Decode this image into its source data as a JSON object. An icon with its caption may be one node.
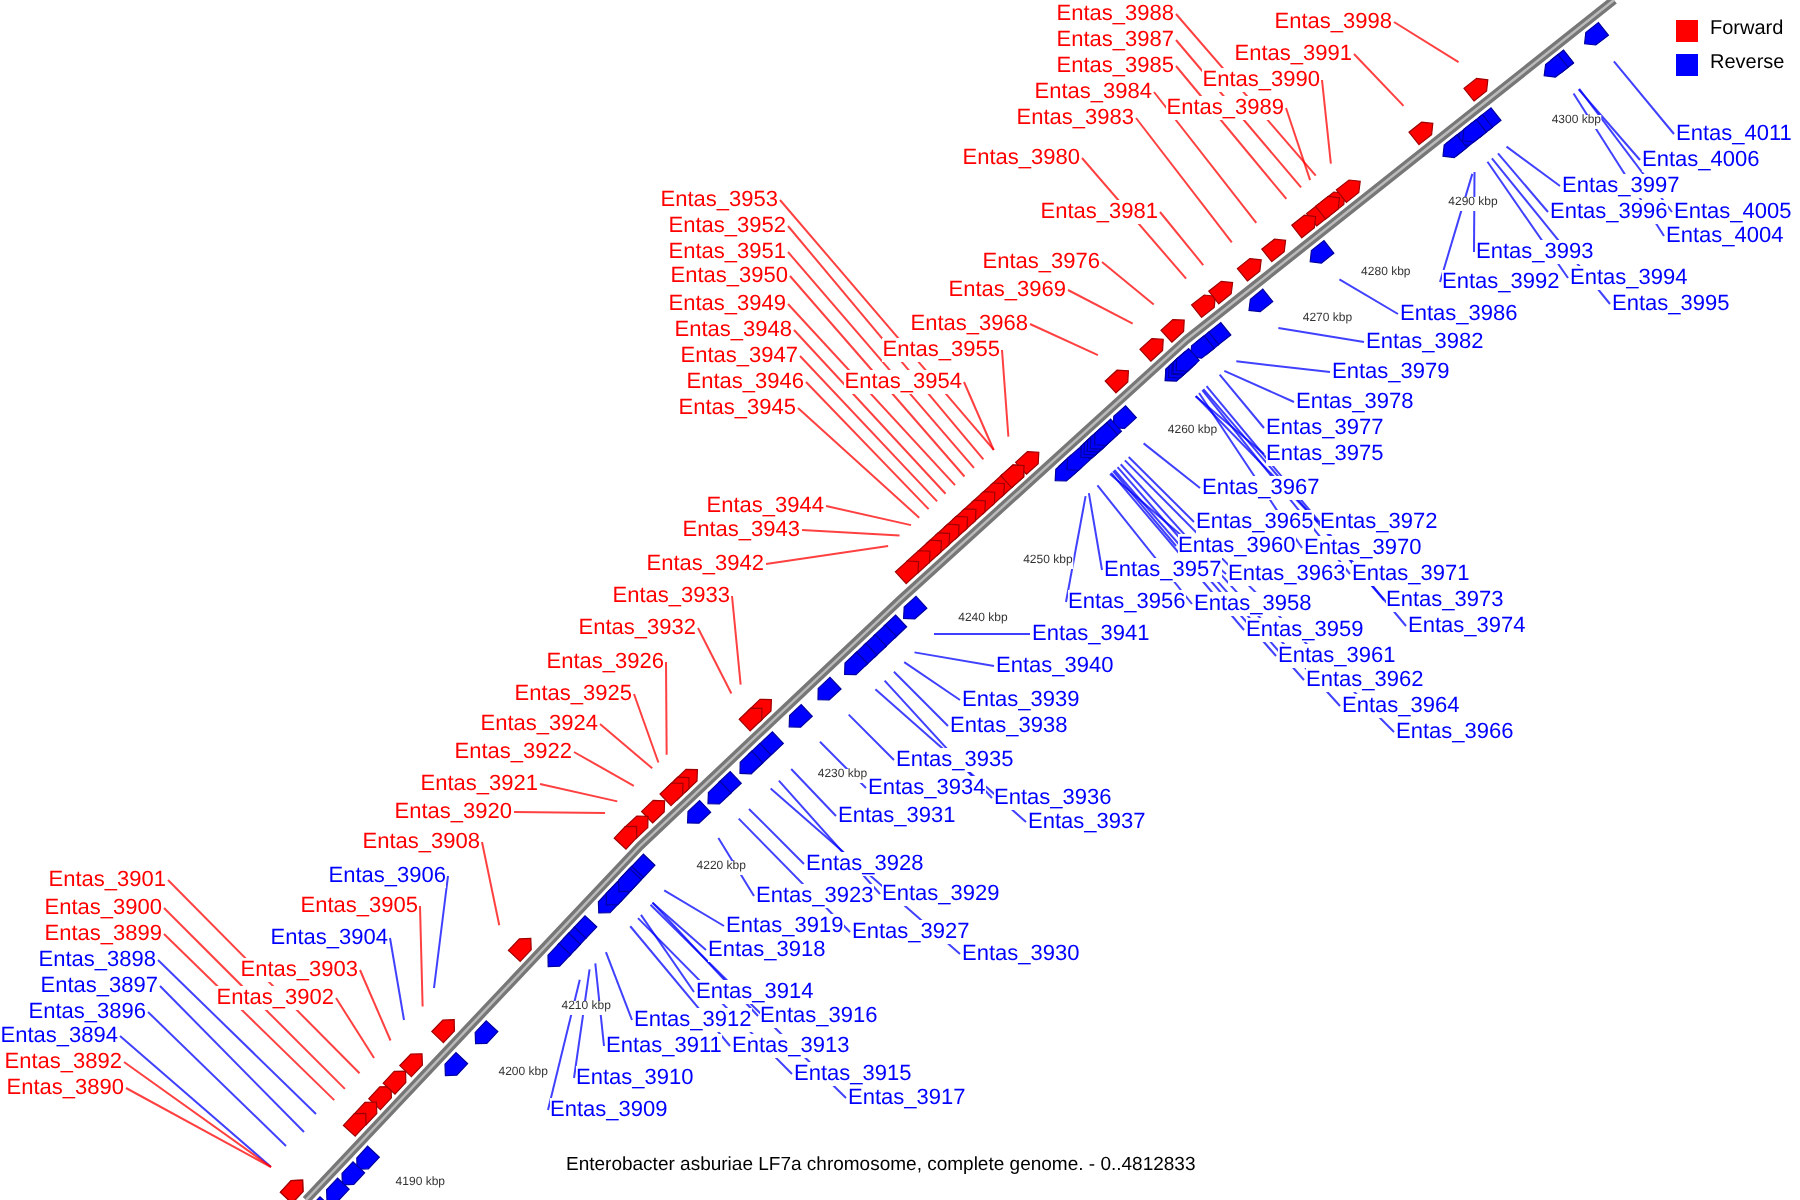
{
  "diagram": {
    "caption": "Enterobacter asburiae LF7a chromosome, complete genome. - 0..4812833",
    "nodes": [
      {
        "text": [
          "Entas_3998"
        ]
      },
      {
        "text": [
          "Entas_3988"
        ]
      },
      {
        "text": [
          "Entas_3987"
        ]
      },
      {
        "text": [
          "Entas_3991"
        ]
      },
      {
        "text": [
          "Entas_3985"
        ]
      },
      {
        "text": [
          "Entas_3990"
        ]
      },
      {
        "text": [
          "Entas_3984"
        ]
      },
      {
        "text": [
          "Entas_3989"
        ]
      },
      {
        "text": [
          "Entas_3983"
        ]
      },
      {
        "text": [
          "Entas_3980"
        ]
      },
      {
        "text": [
          "Entas_3981"
        ]
      },
      {
        "text": [
          "Entas_3976"
        ]
      },
      {
        "text": [
          "Entas_3969"
        ]
      },
      {
        "text": [
          "Entas_3968"
        ]
      },
      {
        "text": [
          "Entas_3953"
        ]
      },
      {
        "text": [
          "Entas_3952"
        ]
      },
      {
        "text": [
          "Entas_3951"
        ]
      },
      {
        "text": [
          "Entas_3950"
        ]
      },
      {
        "text": [
          "Entas_3949"
        ]
      },
      {
        "text": [
          "Entas_3948"
        ]
      },
      {
        "text": [
          "Entas_3947"
        ]
      },
      {
        "text": [
          "Entas_3955"
        ]
      },
      {
        "text": [
          "Entas_3946"
        ]
      },
      {
        "text": [
          "Entas_3954"
        ]
      },
      {
        "text": [
          "Entas_3945"
        ]
      },
      {
        "text": [
          "Entas_3944"
        ]
      },
      {
        "text": [
          "Entas_3943"
        ]
      },
      {
        "text": [
          "Entas_3942"
        ]
      },
      {
        "text": [
          "Entas_3933"
        ]
      },
      {
        "text": [
          "Entas_3932"
        ]
      },
      {
        "text": [
          "Entas_3926"
        ]
      },
      {
        "text": [
          "Entas_3925"
        ]
      },
      {
        "text": [
          "Entas_3924"
        ]
      },
      {
        "text": [
          "Entas_3922"
        ]
      },
      {
        "text": [
          "Entas_3921"
        ]
      },
      {
        "text": [
          "Entas_3920"
        ]
      },
      {
        "text": [
          "Entas_3908"
        ]
      },
      {
        "text": [
          "Entas_3906"
        ]
      },
      {
        "text": [
          "Entas_3901"
        ]
      },
      {
        "text": [
          "Entas_3905"
        ]
      },
      {
        "text": [
          "Entas_3900"
        ]
      },
      {
        "text": [
          "Entas_3899"
        ]
      },
      {
        "text": [
          "Entas_3904"
        ]
      },
      {
        "text": [
          "Entas_3898"
        ]
      },
      {
        "text": [
          "Entas_3903"
        ]
      },
      {
        "text": [
          "Entas_3897"
        ]
      },
      {
        "text": [
          "Entas_3902"
        ]
      },
      {
        "text": [
          "Entas_3896"
        ]
      },
      {
        "text": [
          "Entas_3894"
        ]
      },
      {
        "text": [
          "Entas_3892"
        ]
      },
      {
        "text": [
          "Entas_3890"
        ]
      },
      {
        "text": [
          "Entas_4011"
        ]
      },
      {
        "text": [
          "Entas_4006"
        ]
      },
      {
        "text": [
          "Entas_3997"
        ]
      },
      {
        "text": [
          "Entas_4005"
        ]
      },
      {
        "text": [
          "Entas_3996"
        ]
      },
      {
        "text": [
          "Entas_4004"
        ]
      },
      {
        "text": [
          "Entas_3993"
        ]
      },
      {
        "text": [
          "Entas_3994"
        ]
      },
      {
        "text": [
          "Entas_3992"
        ]
      },
      {
        "text": [
          "Entas_3995"
        ]
      },
      {
        "text": [
          "Entas_3986"
        ]
      },
      {
        "text": [
          "Entas_3982"
        ]
      },
      {
        "text": [
          "Entas_3979"
        ]
      },
      {
        "text": [
          "Entas_3978"
        ]
      },
      {
        "text": [
          "Entas_3977"
        ]
      },
      {
        "text": [
          "Entas_3975"
        ]
      },
      {
        "text": [
          "Entas_3967"
        ]
      },
      {
        "text": [
          "Entas_3972"
        ]
      },
      {
        "text": [
          "Entas_3965"
        ]
      },
      {
        "text": [
          "Entas_3970"
        ]
      },
      {
        "text": [
          "Entas_3960"
        ]
      },
      {
        "text": [
          "Entas_3957"
        ]
      },
      {
        "text": [
          "Entas_3963"
        ]
      },
      {
        "text": [
          "Entas_3971"
        ]
      },
      {
        "text": [
          "Entas_3956"
        ]
      },
      {
        "text": [
          "Entas_3958"
        ]
      },
      {
        "text": [
          "Entas_3973"
        ]
      },
      {
        "text": [
          "Entas_3974"
        ]
      },
      {
        "text": [
          "Entas_3959"
        ]
      },
      {
        "text": [
          "Entas_3941"
        ]
      },
      {
        "text": [
          "Entas_3961"
        ]
      },
      {
        "text": [
          "Entas_3940"
        ]
      },
      {
        "text": [
          "Entas_3962"
        ]
      },
      {
        "text": [
          "Entas_3939"
        ]
      },
      {
        "text": [
          "Entas_3964"
        ]
      },
      {
        "text": [
          "Entas_3938"
        ]
      },
      {
        "text": [
          "Entas_3966"
        ]
      },
      {
        "text": [
          "Entas_3935"
        ]
      },
      {
        "text": [
          "Entas_3934"
        ]
      },
      {
        "text": [
          "Entas_3936"
        ]
      },
      {
        "text": [
          "Entas_3931"
        ]
      },
      {
        "text": [
          "Entas_3937"
        ]
      },
      {
        "text": [
          "Entas_3928"
        ]
      },
      {
        "text": [
          "Entas_3929"
        ]
      },
      {
        "text": [
          "Entas_3923"
        ]
      },
      {
        "text": [
          "Entas_3919"
        ]
      },
      {
        "text": [
          "Entas_3927"
        ]
      },
      {
        "text": [
          "Entas_3918"
        ]
      },
      {
        "text": [
          "Entas_3930"
        ]
      },
      {
        "text": [
          "Entas_3914"
        ]
      },
      {
        "text": [
          "Entas_3916"
        ]
      },
      {
        "text": [
          "Entas_3912"
        ]
      },
      {
        "text": [
          "Entas_3911"
        ]
      },
      {
        "text": [
          "Entas_3913"
        ]
      },
      {
        "text": [
          "Entas_3910"
        ]
      },
      {
        "text": [
          "Entas_3915"
        ]
      },
      {
        "text": [
          "Entas_3909"
        ]
      },
      {
        "text": [
          "Entas_3917"
        ]
      }
    ],
    "edges": [
      {
        "from": 0,
        "to": null,
        "arrow": "none",
        "color": "#ff0000"
      },
      {
        "from": 1,
        "to": null,
        "arrow": "none",
        "color": "#ff0000"
      },
      {
        "from": 2,
        "to": null,
        "arrow": "none",
        "color": "#ff0000"
      },
      {
        "from": 3,
        "to": null,
        "arrow": "none",
        "color": "#ff0000"
      },
      {
        "from": 4,
        "to": null,
        "arrow": "none",
        "color": "#ff0000"
      },
      {
        "from": 5,
        "to": null,
        "arrow": "none",
        "color": "#ff0000"
      },
      {
        "from": 6,
        "to": null,
        "arrow": "none",
        "color": "#ff0000"
      },
      {
        "from": 7,
        "to": null,
        "arrow": "none",
        "color": "#ff0000"
      },
      {
        "from": 8,
        "to": null,
        "arrow": "none",
        "color": "#ff0000"
      },
      {
        "from": 9,
        "to": null,
        "arrow": "none",
        "color": "#ff0000"
      },
      {
        "from": 10,
        "to": null,
        "arrow": "none",
        "color": "#ff0000"
      },
      {
        "from": 11,
        "to": null,
        "arrow": "none",
        "color": "#ff0000"
      },
      {
        "from": 12,
        "to": null,
        "arrow": "none",
        "color": "#ff0000"
      },
      {
        "from": 13,
        "to": null,
        "arrow": "none",
        "color": "#ff0000"
      },
      {
        "from": 14,
        "to": null,
        "arrow": "none",
        "color": "#ff0000"
      },
      {
        "from": 15,
        "to": null,
        "arrow": "none",
        "color": "#ff0000"
      },
      {
        "from": 16,
        "to": null,
        "arrow": "none",
        "color": "#ff0000"
      },
      {
        "from": 17,
        "to": null,
        "arrow": "none",
        "color": "#ff0000"
      },
      {
        "from": 18,
        "to": null,
        "arrow": "none",
        "color": "#ff0000"
      },
      {
        "from": 19,
        "to": null,
        "arrow": "none",
        "color": "#ff0000"
      },
      {
        "from": 20,
        "to": null,
        "arrow": "none",
        "color": "#ff0000"
      },
      {
        "from": 21,
        "to": null,
        "arrow": "none",
        "color": "#ff0000"
      },
      {
        "from": 22,
        "to": null,
        "arrow": "none",
        "color": "#ff0000"
      },
      {
        "from": 23,
        "to": null,
        "arrow": "none",
        "color": "#ff0000"
      },
      {
        "from": 24,
        "to": null,
        "arrow": "none",
        "color": "#ff0000"
      },
      {
        "from": 25,
        "to": null,
        "arrow": "none",
        "color": "#ff0000"
      },
      {
        "from": 26,
        "to": null,
        "arrow": "none",
        "color": "#ff0000"
      },
      {
        "from": 27,
        "to": null,
        "arrow": "none",
        "color": "#ff0000"
      },
      {
        "from": 28,
        "to": null,
        "arrow": "none",
        "color": "#ff0000"
      },
      {
        "from": 29,
        "to": null,
        "arrow": "none",
        "color": "#ff0000"
      },
      {
        "from": 30,
        "to": null,
        "arrow": "none",
        "color": "#ff0000"
      },
      {
        "from": 31,
        "to": null,
        "arrow": "none",
        "color": "#ff0000"
      },
      {
        "from": 32,
        "to": null,
        "arrow": "none",
        "color": "#ff0000"
      },
      {
        "from": 33,
        "to": null,
        "arrow": "none",
        "color": "#ff0000"
      },
      {
        "from": 34,
        "to": null,
        "arrow": "none",
        "color": "#ff0000"
      },
      {
        "from": 35,
        "to": null,
        "arrow": "none",
        "color": "#ff0000"
      },
      {
        "from": 36,
        "to": null,
        "arrow": "none",
        "color": "#ff0000"
      },
      {
        "from": 37,
        "to": null,
        "arrow": "none"
      },
      {
        "from": 38,
        "to": null,
        "arrow": "none",
        "color": "#ff0000"
      },
      {
        "from": 39,
        "to": null,
        "arrow": "none",
        "color": "#ff0000"
      },
      {
        "from": 40,
        "to": null,
        "arrow": "none",
        "color": "#ff0000"
      },
      {
        "from": 41,
        "to": null,
        "arrow": "none",
        "color": "#ff0000"
      },
      {
        "from": 42,
        "to": null,
        "arrow": "none"
      },
      {
        "from": 43,
        "to": null,
        "arrow": "none"
      },
      {
        "from": 44,
        "to": null,
        "arrow": "none",
        "color": "#ff0000"
      },
      {
        "from": 45,
        "to": null,
        "arrow": "none"
      },
      {
        "from": 46,
        "to": null,
        "arrow": "none",
        "color": "#ff0000"
      },
      {
        "from": 47,
        "to": null,
        "arrow": "none"
      },
      {
        "from": 48,
        "to": null,
        "arrow": "none"
      },
      {
        "from": 49,
        "to": null,
        "arrow": "none",
        "color": "#ff0000"
      },
      {
        "from": 50,
        "to": null,
        "arrow": "none",
        "color": "#ff0000"
      },
      {
        "from": 51,
        "to": null,
        "arrow": "none"
      },
      {
        "from": 52,
        "to": null,
        "arrow": "none"
      },
      {
        "from": 53,
        "to": null,
        "arrow": "none"
      },
      {
        "from": 54,
        "to": null,
        "arrow": "none"
      },
      {
        "from": 55,
        "to": null,
        "arrow": "none"
      },
      {
        "from": 56,
        "to": null,
        "arrow": "none"
      },
      {
        "from": 57,
        "to": null,
        "arrow": "none"
      },
      {
        "from": 58,
        "to": null,
        "arrow": "none"
      },
      {
        "from": 59,
        "to": null,
        "arrow": "none"
      },
      {
        "from": 60,
        "to": null,
        "arrow": "none"
      },
      {
        "from": 61,
        "to": null,
        "arrow": "none"
      },
      {
        "from": 62,
        "to": null,
        "arrow": "none"
      },
      {
        "from": 63,
        "to": null,
        "arrow": "none"
      },
      {
        "from": 64,
        "to": null,
        "arrow": "none"
      },
      {
        "from": 65,
        "to": null,
        "arrow": "none"
      },
      {
        "from": 66,
        "to": null,
        "arrow": "none"
      },
      {
        "from": 67,
        "to": null,
        "arrow": "none"
      },
      {
        "from": 68,
        "to": null,
        "arrow": "none"
      },
      {
        "from": 69,
        "to": null,
        "arrow": "none"
      },
      {
        "from": 70,
        "to": null,
        "arrow": "none"
      },
      {
        "from": 71,
        "to": null,
        "arrow": "none"
      },
      {
        "from": 72,
        "to": null,
        "arrow": "none"
      },
      {
        "from": 73,
        "to": null,
        "arrow": "none"
      },
      {
        "from": 74,
        "to": null,
        "arrow": "none"
      },
      {
        "from": 75,
        "to": null,
        "arrow": "none"
      },
      {
        "from": 76,
        "to": null,
        "arrow": "none"
      },
      {
        "from": 77,
        "to": null,
        "arrow": "none"
      },
      {
        "from": 78,
        "to": null,
        "arrow": "none"
      },
      {
        "from": 79,
        "to": null,
        "arrow": "none"
      },
      {
        "from": 80,
        "to": null,
        "arrow": "none"
      },
      {
        "from": 81,
        "to": null,
        "arrow": "none"
      },
      {
        "from": 82,
        "to": null,
        "arrow": "none"
      },
      {
        "from": 83,
        "to": null,
        "arrow": "none"
      },
      {
        "from": 84,
        "to": null,
        "arrow": "none"
      },
      {
        "from": 85,
        "to": null,
        "arrow": "none"
      },
      {
        "from": 86,
        "to": null,
        "arrow": "none"
      },
      {
        "from": 87,
        "to": null,
        "arrow": "none"
      },
      {
        "from": 88,
        "to": null,
        "arrow": "none"
      },
      {
        "from": 89,
        "to": null,
        "arrow": "none"
      },
      {
        "from": 90,
        "to": null,
        "arrow": "none"
      },
      {
        "from": 91,
        "to": null,
        "arrow": "none"
      },
      {
        "from": 92,
        "to": null,
        "arrow": "none"
      },
      {
        "from": 93,
        "to": null,
        "arrow": "none"
      },
      {
        "from": 94,
        "to": null,
        "arrow": "none"
      },
      {
        "from": 95,
        "to": null,
        "arrow": "none"
      },
      {
        "from": 96,
        "to": null,
        "arrow": "none"
      },
      {
        "from": 97,
        "to": null,
        "arrow": "none"
      },
      {
        "from": 98,
        "to": null,
        "arrow": "none"
      },
      {
        "from": 99,
        "to": null,
        "arrow": "none"
      },
      {
        "from": 100,
        "to": null,
        "arrow": "none"
      },
      {
        "from": 101,
        "to": null,
        "arrow": "none"
      },
      {
        "from": 102,
        "to": null,
        "arrow": "none"
      },
      {
        "from": 103,
        "to": null,
        "arrow": "none"
      },
      {
        "from": 104,
        "to": null,
        "arrow": "none"
      },
      {
        "from": 105,
        "to": null,
        "arrow": "none"
      },
      {
        "from": 106,
        "to": null,
        "arrow": "none"
      },
      {
        "from": 107,
        "to": null,
        "arrow": "none"
      },
      {
        "from": 108,
        "to": null,
        "arrow": "none"
      }
    ],
    "labels": [
      "4300 kbp",
      "4290 kbp",
      "4280 kbp",
      "4270 kbp",
      "4260 kbp",
      "4250 kbp",
      "4240 kbp",
      "4230 kbp",
      "4220 kbp",
      "4210 kbp",
      "4200 kbp",
      "4190 kbp"
    ],
    "legend": [
      {
        "text": "Forward",
        "color": "#ff0000"
      },
      {
        "text": "Reverse",
        "color": "#0000ff"
      }
    ]
  }
}
